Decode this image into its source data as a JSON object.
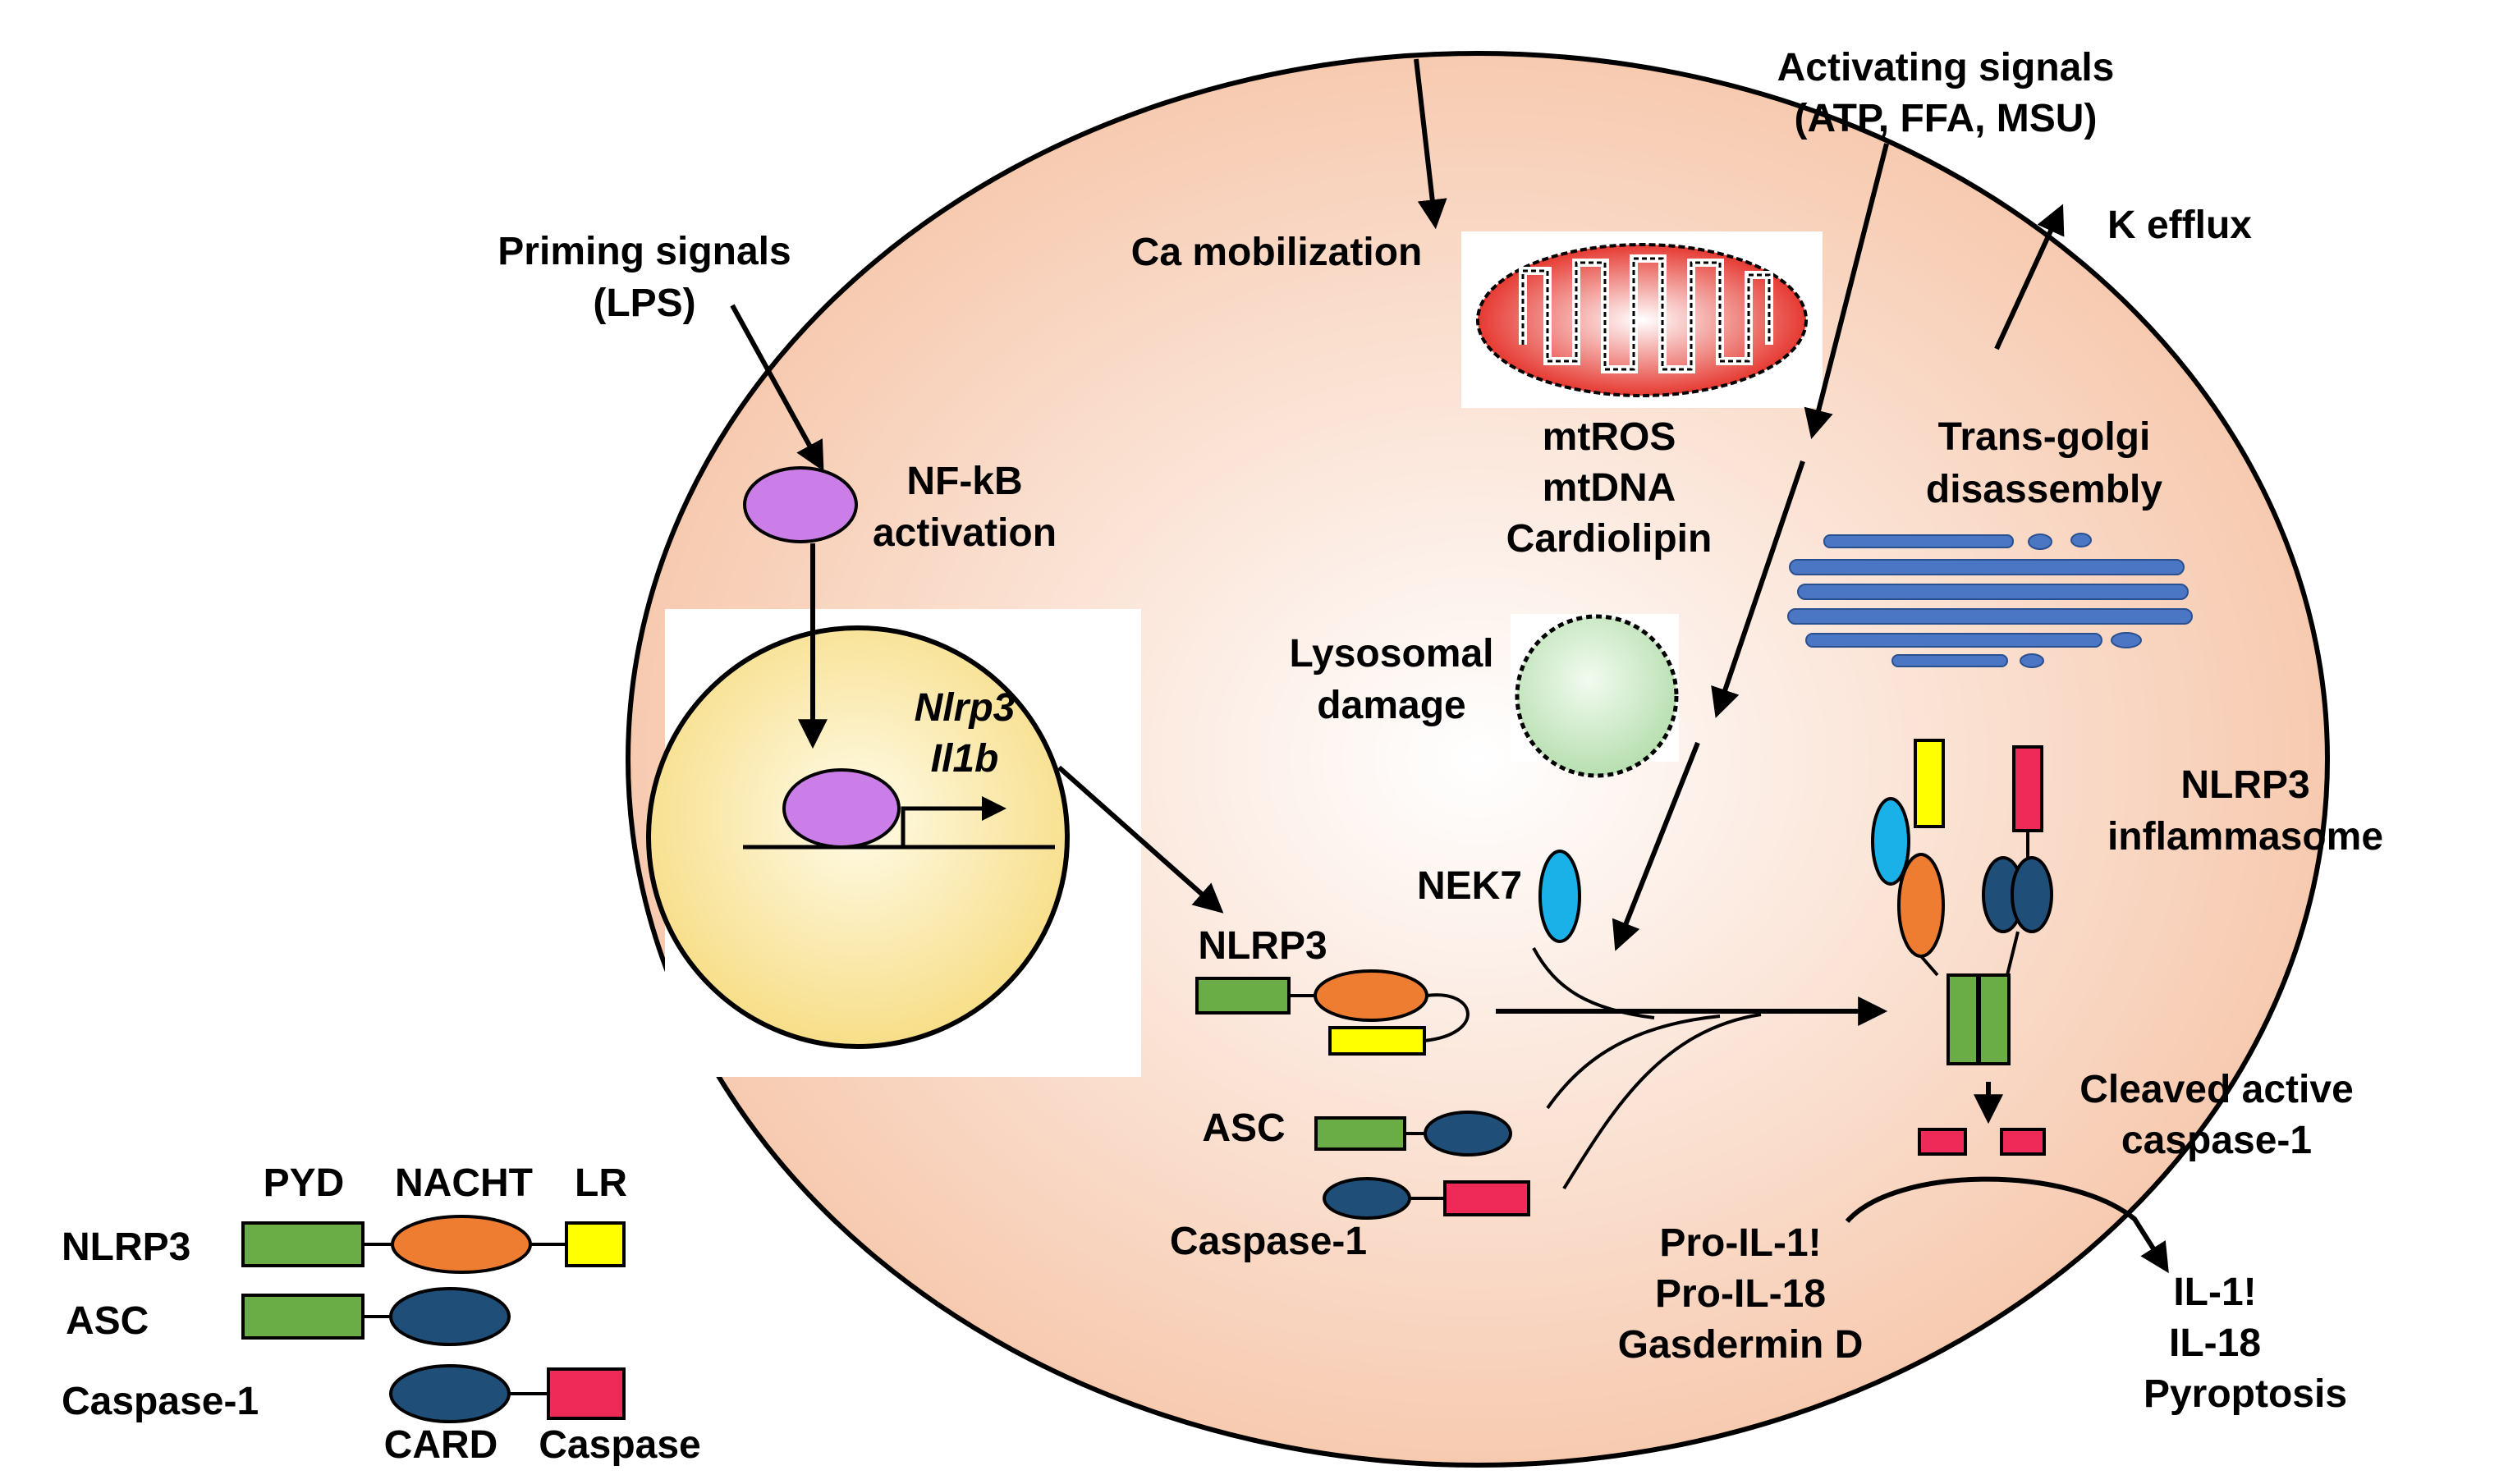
{
  "colors": {
    "cell_fill": "#f6c5a8",
    "nucleus_fill": "#f7de88",
    "pyd": "#6aac46",
    "nacht": "#ee7d32",
    "lrr": "#ffff00",
    "card": "#1f4e79",
    "caspase": "#ee2a59",
    "nek7": "#1ab0e8",
    "nfkb": "#cc7ee8",
    "golgi": "#4a76c4",
    "lysosome": "#b7dfb0",
    "mito": "#e3261d"
  },
  "signals": {
    "priming_line1": "Priming signals",
    "priming_line2": "(LPS)",
    "activating_line1": "Activating signals",
    "activating_line2": "(ATP, FFA, MSU)",
    "ca": "Ca mobilization",
    "k": "K efflux"
  },
  "organelles": {
    "nfkb_line1": "NF-kB",
    "nfkb_line2": "activation",
    "gene1": "Nlrp3",
    "gene2": "Il1b",
    "mito_line1": "mtROS",
    "mito_line2": "mtDNA",
    "mito_line3": "Cardiolipin",
    "golgi_line1": "Trans-golgi",
    "golgi_line2": "disassembly",
    "lyso_line1": "Lysosomal",
    "lyso_line2": "damage"
  },
  "proteins": {
    "nlrp3": "NLRP3",
    "nek7": "NEK7",
    "asc": "ASC",
    "casp1": "Caspase-1"
  },
  "inflammasome": {
    "title_line1": "NLRP3",
    "title_line2": "inflammasome",
    "cleaved_line1": "Cleaved active",
    "cleaved_line2": "caspase-1"
  },
  "substrates": {
    "line1": "Pro-IL-1!",
    "line2": "Pro-IL-18",
    "line3": "Gasdermin D"
  },
  "products": {
    "line1": "IL-1!",
    "line2": "IL-18",
    "line3": "Pyroptosis"
  },
  "legend": {
    "head_pyd": "PYD",
    "head_nacht": "NACHT",
    "head_lrr": "LR",
    "row_nlrp3": "NLRP3",
    "row_asc": "ASC",
    "row_casp1": "Caspase-1",
    "foot_card": "CARD",
    "foot_caspase": "Caspase"
  }
}
